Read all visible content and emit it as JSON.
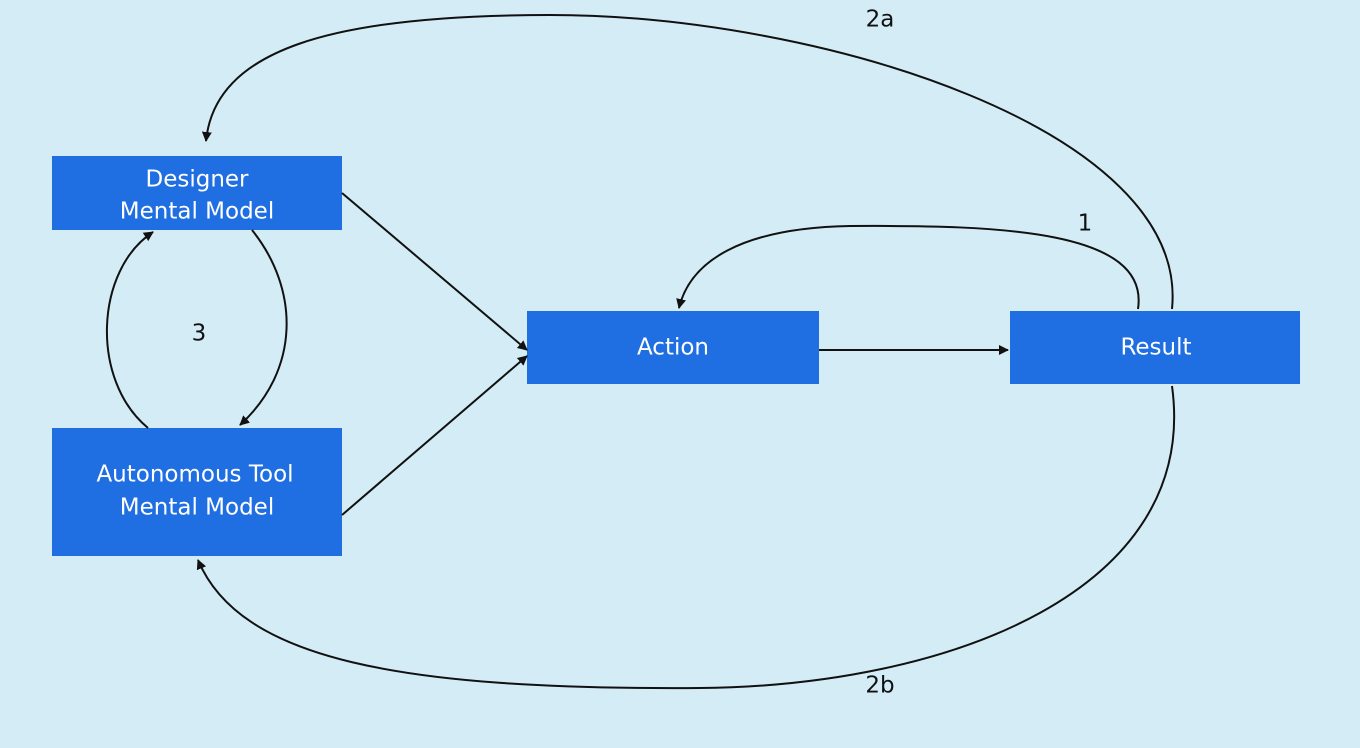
{
  "colors": {
    "background": "#d4ecf6",
    "node_fill": "#1f6fe3",
    "node_text": "#ffffff",
    "edge": "#111111"
  },
  "nodes": {
    "designer_model": {
      "line1": "Designer",
      "line2": "Mental Model"
    },
    "tool_model": {
      "line1": "Autonomous Tool",
      "line2": "Mental Model"
    },
    "action": {
      "label": "Action"
    },
    "result": {
      "label": "Result"
    }
  },
  "edge_labels": {
    "loop_1": "1",
    "loop_2a": "2a",
    "loop_2b": "2b",
    "loop_3": "3"
  }
}
